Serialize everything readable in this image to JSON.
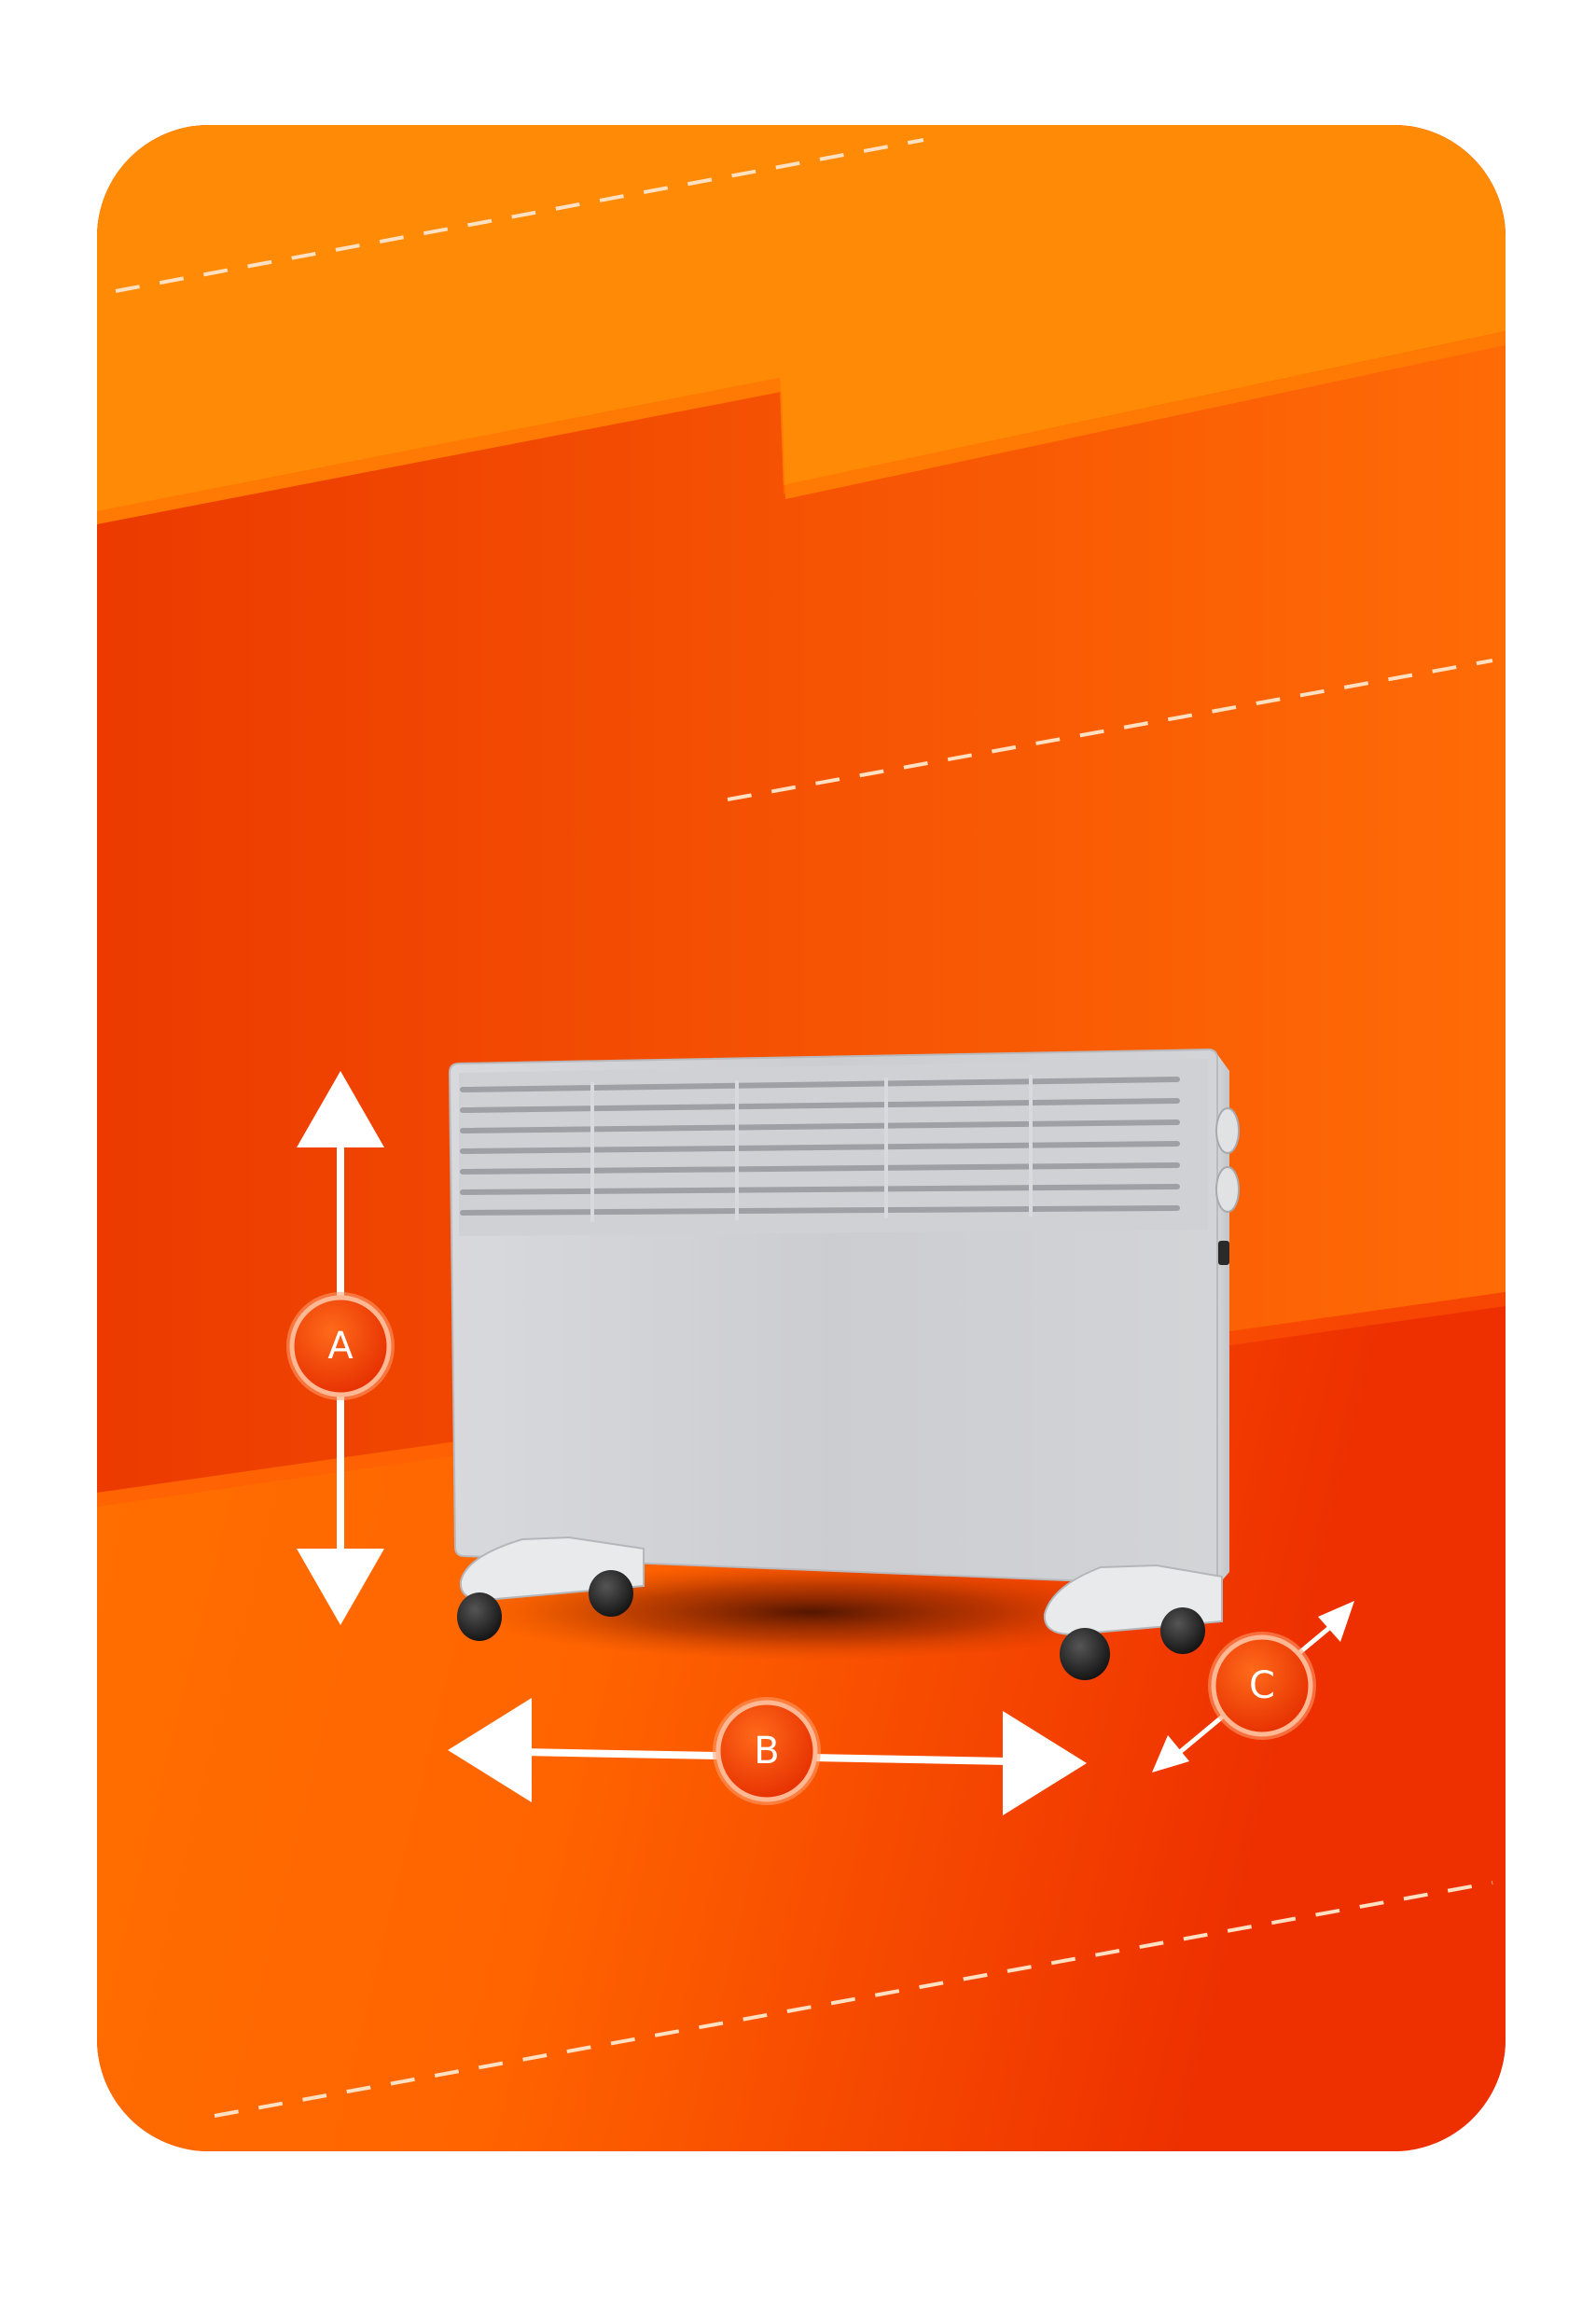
{
  "colors": {
    "frame_border": "#f0440a",
    "top_band": "#ff8a05",
    "mid_band_left": "#ee3a00",
    "mid_band_right": "#ff6a05",
    "floor_left": "#ff6e00",
    "floor_right": "#ec2e02",
    "heater_body": "#cfd0d3",
    "marker_fill": "#f03a06",
    "marker_ring": "#ffb38a",
    "arrow": "#ffffff",
    "dash_line": "#ffe3cc"
  },
  "markers": {
    "a": {
      "label": "A",
      "meaning": "height"
    },
    "b": {
      "label": "B",
      "meaning": "width"
    },
    "c": {
      "label": "C",
      "meaning": "depth"
    }
  },
  "icons": {
    "product": "panel-heater-icon",
    "height_arrow": "double-arrow-vertical-icon",
    "width_arrow": "double-arrow-horizontal-icon",
    "depth_arrow": "double-arrow-diagonal-icon"
  }
}
